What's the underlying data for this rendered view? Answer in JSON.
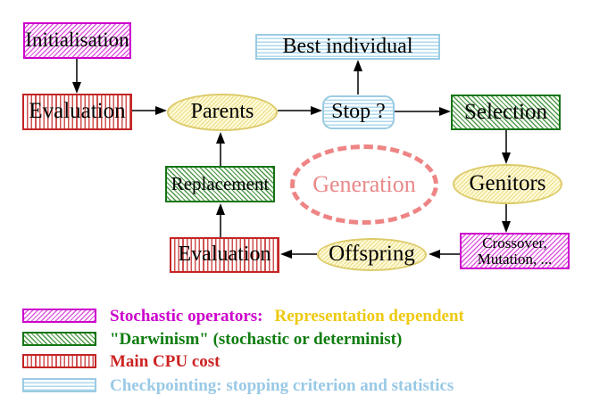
{
  "diagram": {
    "title": "Evolutionary algorithm generation loop",
    "nodes": {
      "initialisation": "Initialisation",
      "evaluation_top": "Evaluation",
      "parents": "Parents",
      "best_individual": "Best individual",
      "stop": "Stop ?",
      "selection": "Selection",
      "genitors": "Genitors",
      "crossover_line1": "Crossover,",
      "crossover_line2": "Mutation, ...",
      "offspring": "Offspring",
      "evaluation_bottom": "Evaluation",
      "replacement": "Replacement",
      "generation": "Generation"
    },
    "legend": [
      {
        "name": "stochastic-operators",
        "label": "Stochastic operators:",
        "label2": "Representation dependent"
      },
      {
        "name": "darwinism",
        "label": "\"Darwinism\" (stochastic or determinist)"
      },
      {
        "name": "main-cpu-cost",
        "label": "Main CPU cost"
      },
      {
        "name": "checkpointing",
        "label": "Checkpointing: stopping criterion and statistics"
      }
    ],
    "colors": {
      "magenta": "#cc00cc",
      "green": "#157515",
      "red": "#cc2222",
      "cyan": "#99c9e6",
      "yellow_border": "#ddcb6a",
      "yellow_fill": "#fffcda",
      "gold_text": "#eec911",
      "coral": "#ee8484",
      "arrow": "#000000"
    }
  }
}
